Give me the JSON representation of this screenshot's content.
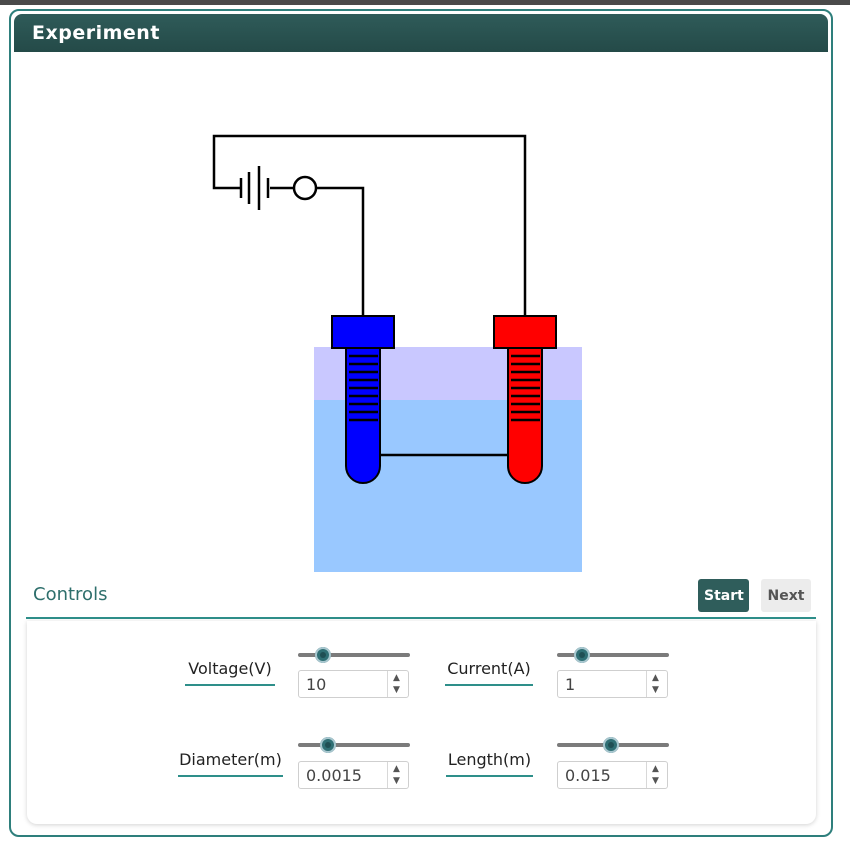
{
  "header": {
    "title": "Experiment"
  },
  "controls": {
    "title": "Controls",
    "start_label": "Start",
    "next_label": "Next",
    "voltage": {
      "label": "Voltage(V)",
      "value": "10",
      "slider_fraction": 0.18
    },
    "current": {
      "label": "Current(A)",
      "value": "1",
      "slider_fraction": 0.18
    },
    "diameter": {
      "label": "Diameter(m)",
      "value": "0.0015",
      "slider_fraction": 0.23
    },
    "length": {
      "label": "Length(m)",
      "value": "0.015",
      "slider_fraction": 0.48
    }
  },
  "colors": {
    "accent": "#2e7f7c",
    "cathode": "#0000ff",
    "anode": "#ff0000",
    "gas_layer": "#c9c8ff",
    "solution": "#99c8ff"
  },
  "icons": {
    "battery": "battery-icon",
    "switch": "switch-icon"
  }
}
